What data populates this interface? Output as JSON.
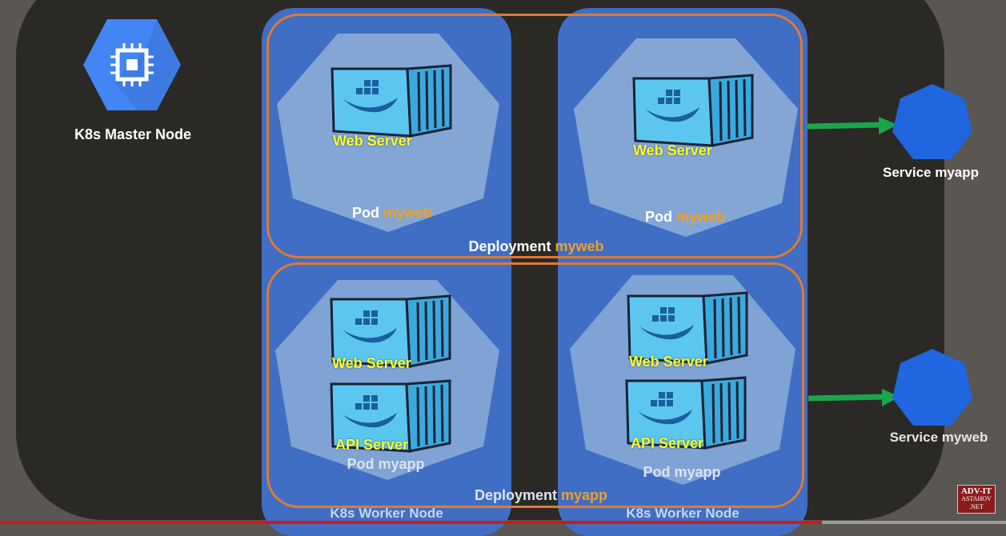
{
  "master": {
    "label": "K8s Master Node",
    "icon": "chip-icon"
  },
  "workers": [
    {
      "label": "K8s Worker Node"
    },
    {
      "label": "K8s Worker Node"
    }
  ],
  "deployments": [
    {
      "prefix": "Deployment",
      "name": "myweb"
    },
    {
      "prefix": "Deployment",
      "name": "myapp"
    }
  ],
  "pods": [
    {
      "prefix": "Pod",
      "name": "myweb",
      "containers": [
        "Web Server"
      ]
    },
    {
      "prefix": "Pod",
      "name": "myweb",
      "containers": [
        "Web Server"
      ]
    },
    {
      "label": "Pod myapp",
      "containers": [
        "Web Server",
        "API Server"
      ]
    },
    {
      "label": "Pod myapp",
      "containers": [
        "Web Server",
        "API Server"
      ]
    }
  ],
  "services": [
    {
      "label": "Service myapp"
    },
    {
      "label": "Service myweb"
    }
  ],
  "watermark": {
    "line1": "ADV-IT",
    "line2": "ASTAHOV",
    "line3": ".NET"
  },
  "colors": {
    "background": "#2b2926",
    "worker_node": "#3f6ec4",
    "deployment_border": "#e07a33",
    "pod": "#8fb0d8",
    "service": "#1f66e0",
    "arrow": "#1aa64a",
    "container_label": "#ffff1a",
    "name_highlight": "#f0a020"
  }
}
